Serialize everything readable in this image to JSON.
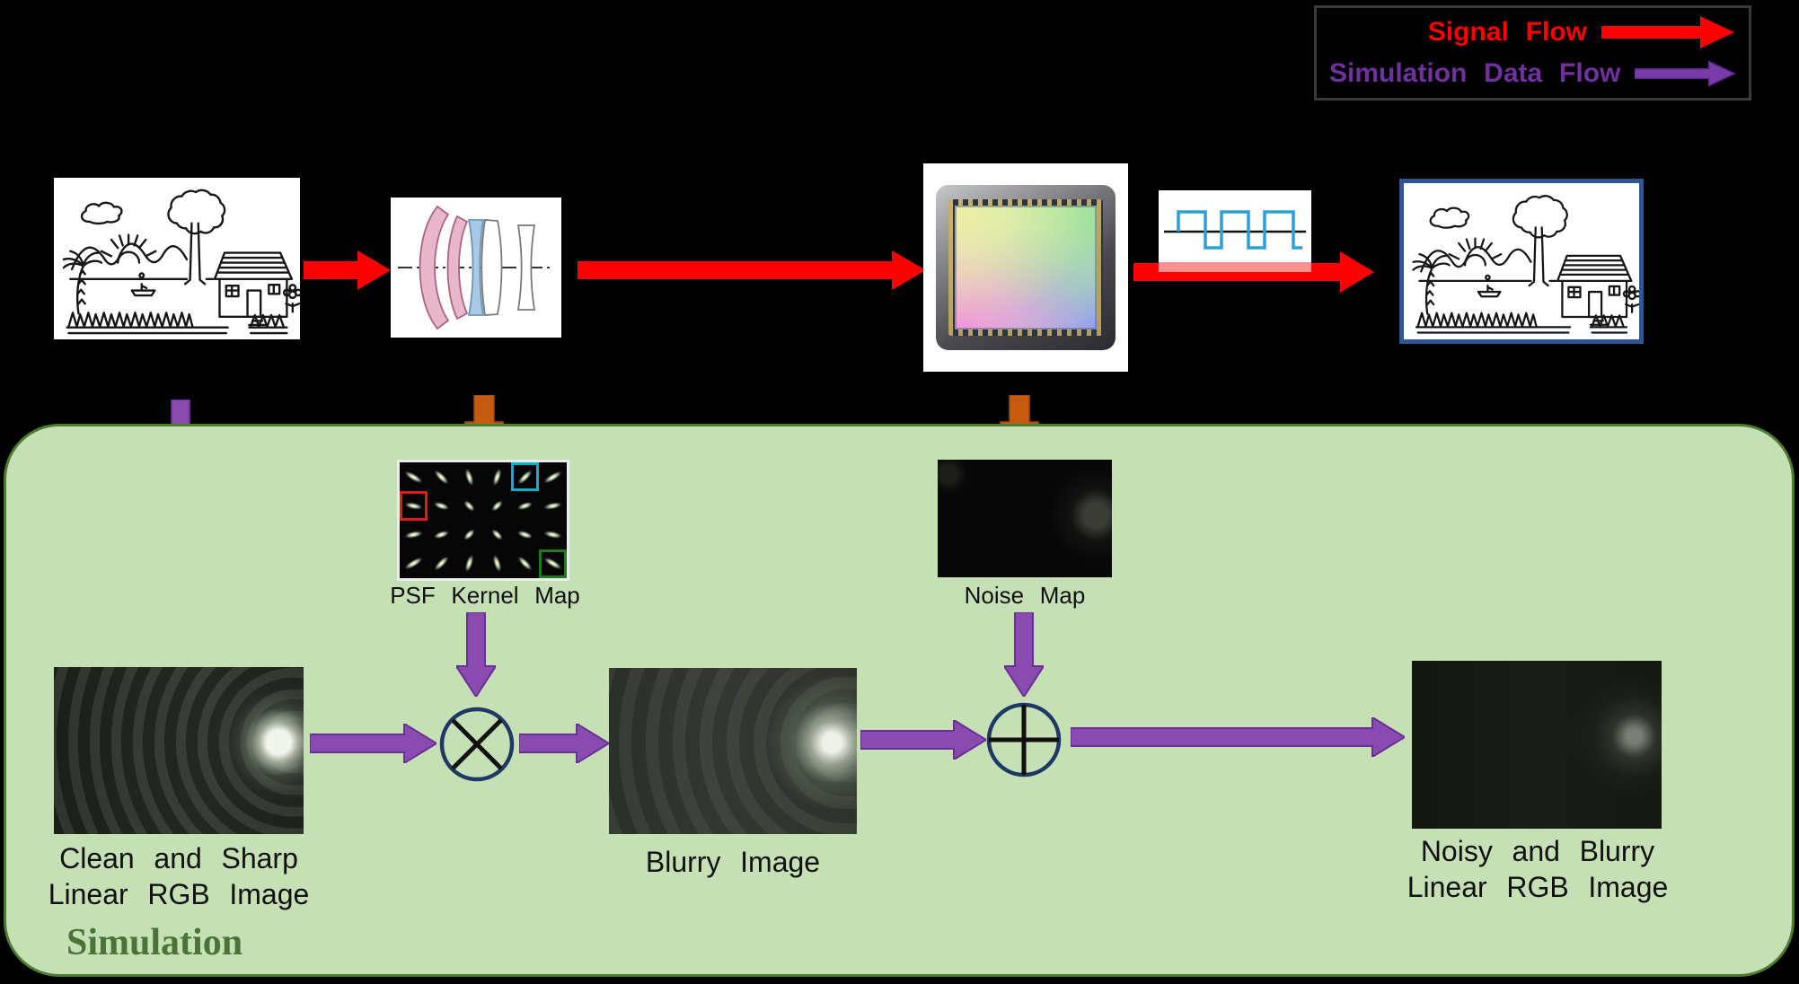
{
  "legend": {
    "items": [
      {
        "label": "Signal Flow",
        "color": "#ff0000"
      },
      {
        "label": "Simulation Data Flow",
        "color": "#7030a0"
      }
    ]
  },
  "top_row": {
    "scene_image": "hand-drawn-outdoor-scene",
    "lens": "lens-element-diagram",
    "sensor": "image-sensor",
    "signal": "digital-square-wave-signal",
    "output_image": "framed-output-scene"
  },
  "sim": {
    "title": "Simulation",
    "psf_label": "PSF Kernel Map",
    "noise_label": "Noise Map",
    "clean_label_1": "Clean and Sharp",
    "clean_label_2": "Linear RGB Image",
    "blurry_label": "Blurry Image",
    "noisy_label_1": "Noisy and Blurry",
    "noisy_label_2": "Linear RGB Image",
    "convolution_symbol": "⊗",
    "addition_symbol": "⊕",
    "psf_grid": {
      "rows": 4,
      "cols": 6,
      "highlights": [
        {
          "row": 0,
          "col": 4,
          "color": "#00b2cc"
        },
        {
          "row": 1,
          "col": 0,
          "color": "#e21a1a"
        },
        {
          "row": 3,
          "col": 5,
          "color": "#1d7a1d"
        }
      ]
    }
  },
  "colors": {
    "background": "#000000",
    "signal_flow_arrow": "#ff0000",
    "data_flow_arrow_fill": "#8a4bb0",
    "data_flow_arrow_stroke": "#6b2d96",
    "hardware_tap_arrow": "#c55a11",
    "sim_box_fill": "#c5e0b4",
    "sim_box_border": "#4e7b2f",
    "operator_ring": "#1f3864",
    "output_frame": "#2f5597",
    "waveform": "#2b9fd7",
    "signal_overlap_tint": "#ff9292"
  }
}
